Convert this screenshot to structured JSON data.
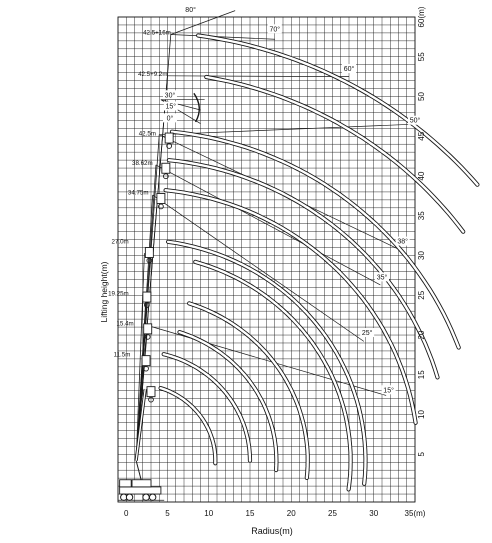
{
  "axes": {
    "y_title": "Lifting height(m)",
    "x_title": "Radius(m)",
    "y_ticks": [
      {
        "value": 5,
        "label": "5"
      },
      {
        "value": 10,
        "label": "10"
      },
      {
        "value": 15,
        "label": "15"
      },
      {
        "value": 20,
        "label": "20"
      },
      {
        "value": 25,
        "label": "25"
      },
      {
        "value": 30,
        "label": "30"
      },
      {
        "value": 35,
        "label": "35"
      },
      {
        "value": 40,
        "label": "40"
      },
      {
        "value": 45,
        "label": "45"
      },
      {
        "value": 50,
        "label": "50"
      },
      {
        "value": 55,
        "label": "55"
      },
      {
        "value": 60,
        "label": "60(m)"
      }
    ],
    "x_ticks": [
      {
        "value": 0,
        "label": "0"
      },
      {
        "value": 5,
        "label": "5"
      },
      {
        "value": 10,
        "label": "10"
      },
      {
        "value": 15,
        "label": "15"
      },
      {
        "value": 20,
        "label": "20"
      },
      {
        "value": 25,
        "label": "25"
      },
      {
        "value": 30,
        "label": "30"
      },
      {
        "value": 35,
        "label": "35(m)"
      }
    ],
    "x_range": [
      -1,
      35
    ],
    "y_range": [
      -1,
      60
    ]
  },
  "boom_labels": [
    {
      "text": "42.5+16m",
      "r": 5.4,
      "h": 57.8
    },
    {
      "text": "42.5+9.2m",
      "r": 5.0,
      "h": 52.6
    },
    {
      "text": "42.5m",
      "r": 3.6,
      "h": 45.1
    },
    {
      "text": "38.62m",
      "r": 3.2,
      "h": 41.4
    },
    {
      "text": "34.75m",
      "r": 2.7,
      "h": 37.7
    },
    {
      "text": "27.0m",
      "r": 0.3,
      "h": 31.5
    },
    {
      "text": "19.25m",
      "r": 0.3,
      "h": 25.0
    },
    {
      "text": "15.4m",
      "r": 0.9,
      "h": 21.2
    },
    {
      "text": "11.5m",
      "r": 0.5,
      "h": 17.3
    }
  ],
  "angle_labels": [
    {
      "text": "80°",
      "r": 7.8,
      "h": 60.6
    },
    {
      "text": "70°",
      "r": 18.0,
      "h": 58.2
    },
    {
      "text": "60°",
      "r": 27.0,
      "h": 53.2
    },
    {
      "text": "50°",
      "r": 35.0,
      "h": 46.7
    },
    {
      "text": "38°",
      "r": 33.5,
      "h": 31.5
    },
    {
      "text": "35°",
      "r": 31.0,
      "h": 27.0
    },
    {
      "text": "25°",
      "r": 29.2,
      "h": 20.0
    },
    {
      "text": "15°",
      "r": 31.8,
      "h": 12.8
    },
    {
      "text": "30°",
      "r": 5.3,
      "h": 49.9
    },
    {
      "text": "15°",
      "r": 5.4,
      "h": 48.5
    },
    {
      "text": "0°",
      "r": 5.3,
      "h": 47.0
    }
  ],
  "colors": {
    "line": "#1a1a1a",
    "grid": "#1a1a1a",
    "background": "#ffffff"
  }
}
